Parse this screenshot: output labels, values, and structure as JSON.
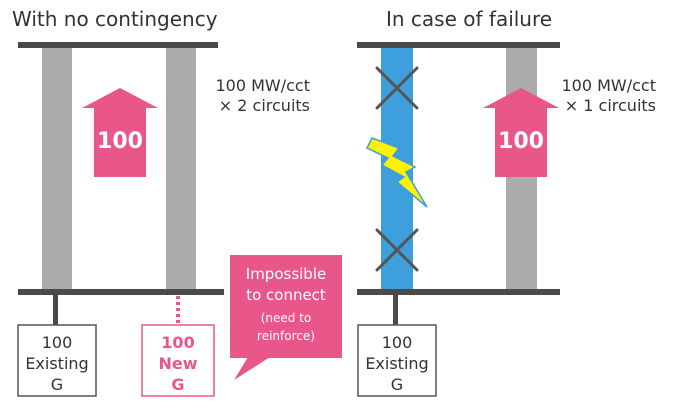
{
  "left_panel": {
    "title": "With no contingency",
    "flow_value": "100",
    "rating_line1": "100 MW/cct",
    "rating_line2": "× 2 circuits",
    "existing_gen": {
      "line1": "100",
      "line2": "Existing",
      "line3": "G"
    },
    "new_gen": {
      "line1": "100",
      "line2": "New",
      "line3": "G"
    },
    "callout": {
      "line1": "Impossible",
      "line2": "to connect",
      "line3": "(need to",
      "line4": "reinforce)"
    }
  },
  "right_panel": {
    "title": "In case of failure",
    "flow_value": "100",
    "rating_line1": "100 MW/cct",
    "rating_line2": "× 1 circuits",
    "existing_gen": {
      "line1": "100",
      "line2": "Existing",
      "line3": "G"
    }
  },
  "colors": {
    "bus": "#4a4a4a",
    "line": "#ababab",
    "failed_line": "#3d9fdc",
    "flow_arrow": "#e8568a",
    "new_gen": "#e8568a",
    "callout": "#e8568a",
    "bolt": "#fff200",
    "text": "#333333"
  },
  "icons": [
    "fault-x-icon",
    "lightning-bolt-icon",
    "flow-up-arrow-icon"
  ]
}
